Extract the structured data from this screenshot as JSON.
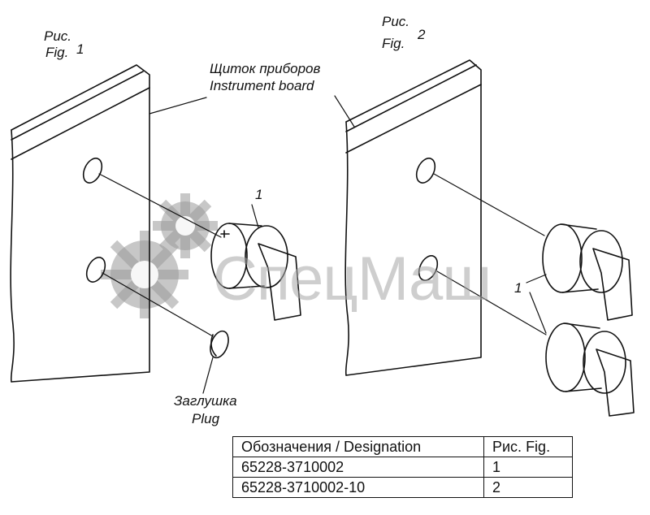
{
  "fig1": {
    "label_ru": "Рис.",
    "label_en": "Fig.",
    "number": "1"
  },
  "fig2": {
    "label_ru": "Рис.",
    "label_en": "Fig.",
    "number": "2"
  },
  "instrument_board": {
    "ru": "Щиток приборов",
    "en": "Instrument board"
  },
  "plug": {
    "ru": "Заглушка",
    "en": "Plug"
  },
  "callouts": {
    "fig1_switch": "1",
    "fig2_switches": "1"
  },
  "watermark": {
    "text": "СпецМаш"
  },
  "table": {
    "headers": [
      "Обозначения / Designation",
      "Рис. Fig."
    ],
    "rows": [
      [
        "65228-3710002",
        "1"
      ],
      [
        "65228-3710002-10",
        "2"
      ]
    ]
  },
  "colors": {
    "ink": "#111111",
    "watermark": "#a7a7a7",
    "background": "#ffffff"
  }
}
